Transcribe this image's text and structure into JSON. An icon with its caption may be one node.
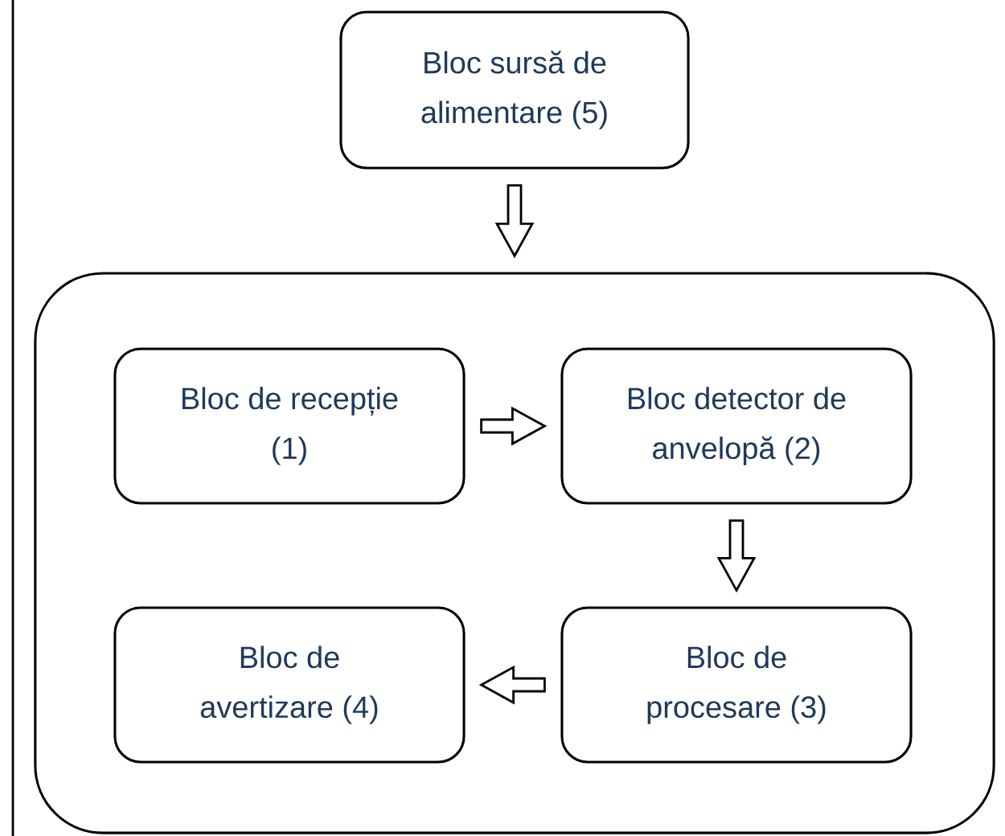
{
  "diagram": {
    "nodes": [
      {
        "text": [
          "Bloc sursă de alimentare (5)"
        ]
      },
      {
        "text": [],
        "shape": "box"
      },
      {
        "text": [
          "Bloc de recepție (1)"
        ],
        "in": 1
      },
      {
        "text": [
          "Bloc detector de anvelopă (2)"
        ],
        "in": 1
      },
      {
        "text": [
          "Bloc de procesare (3)"
        ],
        "in": 1
      },
      {
        "text": [
          "Bloc de avertizare (4)"
        ],
        "in": 1
      }
    ],
    "edges": [
      {
        "from": 0,
        "to": 1,
        "arrow": "to"
      },
      {
        "from": 2,
        "to": 3,
        "arrow": "to"
      },
      {
        "from": 3,
        "to": 4,
        "arrow": "to"
      },
      {
        "from": 4,
        "to": 5,
        "arrow": "to"
      }
    ]
  }
}
